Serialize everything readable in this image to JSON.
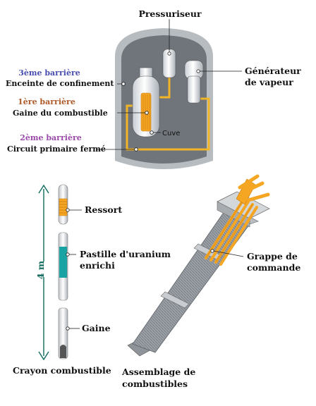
{
  "reactor": {
    "pressuriseur": "Pressuriseur",
    "generateur_line1": "Générateur",
    "generateur_line2": "de vapeur",
    "b3_title": "3ème barrière",
    "b3_text": "Enceinte de confinement",
    "b1_title": "1ère barrière",
    "b1_text": "Gaine du combustible",
    "cuve": "Cuve",
    "b2_title": "2ème barrière",
    "b2_text": "Circuit primaire fermé",
    "colors": {
      "b3": "#4a4fb0",
      "b1": "#b05a2a",
      "b2": "#9a4aa8",
      "containment": "#6f757b",
      "pipe": "#f0b429"
    }
  },
  "rod": {
    "length_label": "4 m",
    "ressort": "Ressort",
    "pastille_line1": "Pastille d'uranium",
    "pastille_line2": "enrichi",
    "gaine": "Gaine",
    "caption": "Crayon combustible"
  },
  "assembly": {
    "grappe_line1": "Grappe de",
    "grappe_line2": "commande",
    "caption_line1": "Assemblage de",
    "caption_line2": "combustibles"
  }
}
